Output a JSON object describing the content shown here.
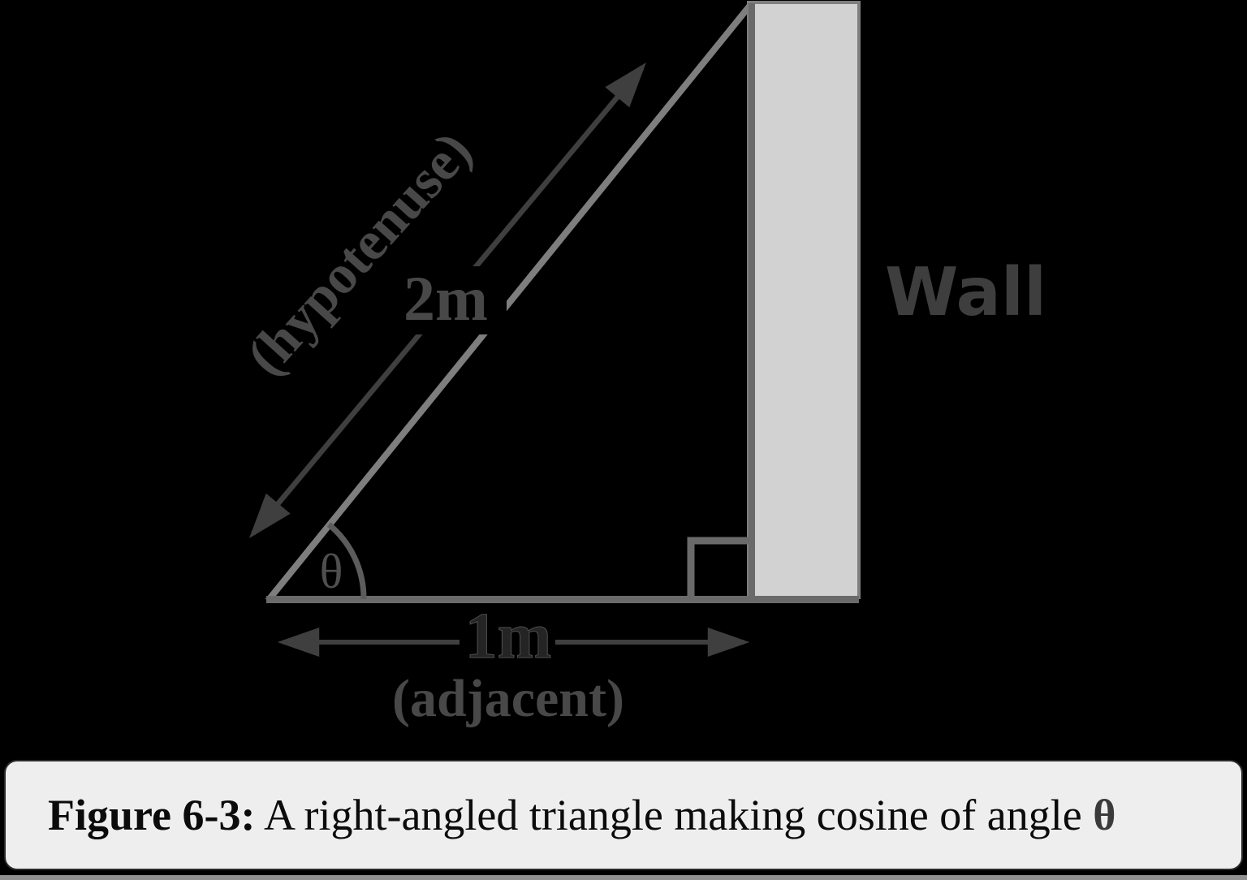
{
  "diagram": {
    "hypotenuse_name": "(hypotenuse)",
    "hypotenuse_length": "2m",
    "wall_label": "Wall",
    "angle_symbol": "θ",
    "base_length": "1m",
    "base_name": "(adjacent)"
  },
  "caption": {
    "figure_number": "Figure 6-3:",
    "text": " A right-angled triangle making cosine of angle ",
    "angle_symbol": "θ"
  },
  "colors": {
    "bg": "#000000",
    "line": "#6a6a6a",
    "hyp": "#7e7e7e",
    "arc": "#5c5c5c",
    "dim": "#3f3f3f",
    "text": "#484848",
    "one_m": "#242424",
    "theta": "#4f4f4f",
    "wall_fill": "#d2d2d2",
    "wall_border": "#7e7e7e",
    "wall_text": "#3e3e3e",
    "caption_bg": "#eeeeee",
    "caption_text": "#0b0b0b",
    "caption_theta": "#3a3a3a",
    "strip": "#909090"
  }
}
